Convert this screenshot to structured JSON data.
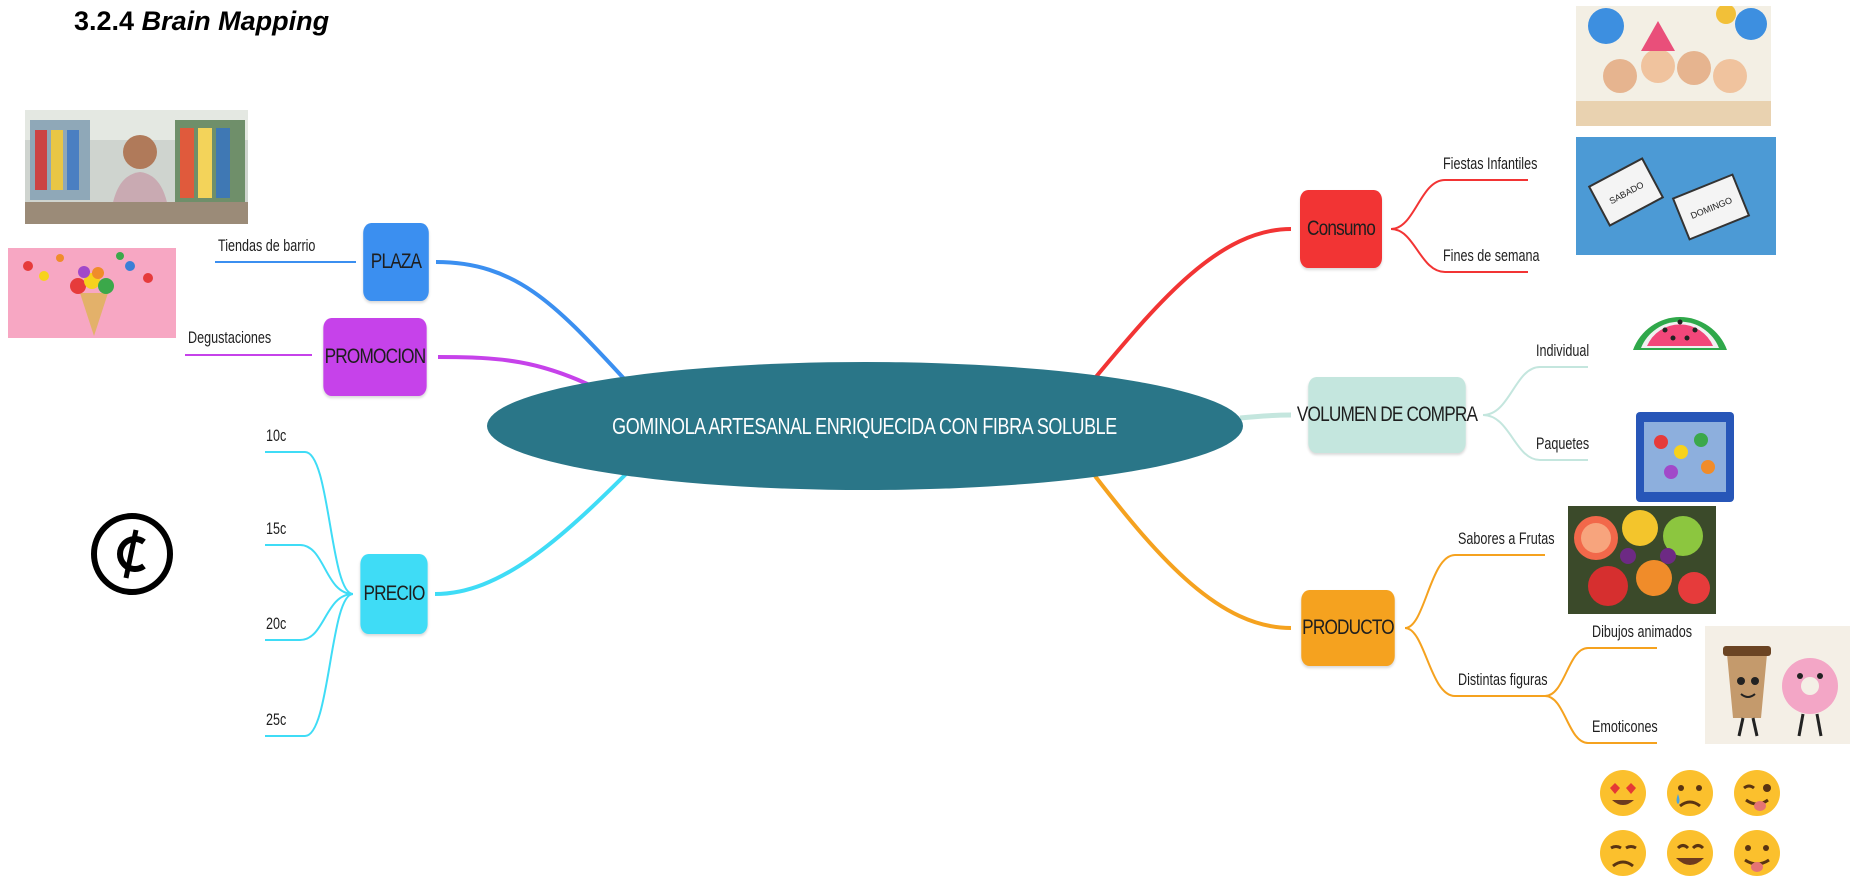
{
  "section_title": {
    "number": "3.2.4",
    "text": "Brain Mapping"
  },
  "center_topic": "GOMINOLA ARTESANAL ENRIQUECIDA CON FIBRA SOLUBLE",
  "branches": {
    "plaza": {
      "label": "PLAZA",
      "color": "#3b8ff0",
      "leaves": [
        "Tiendas de barrio"
      ]
    },
    "promocion": {
      "label": "PROMOCION",
      "color": "#c642ea",
      "leaves": [
        "Degustaciones"
      ]
    },
    "precio": {
      "label": "PRECIO",
      "color": "#3fdcf6",
      "leaves": [
        "10c",
        "15c",
        "20c",
        "25c"
      ]
    },
    "consumo": {
      "label": "Consumo",
      "color": "#f23434",
      "leaves": [
        "Fiestas Infantiles",
        "Fines de semana"
      ]
    },
    "volumen": {
      "label": "VOLUMEN DE COMPRA",
      "color": "#c4e6de",
      "leaves": [
        "Individual",
        "Paquetes"
      ]
    },
    "producto": {
      "label": "PRODUCTO",
      "color": "#f5a21f",
      "leaves": [
        "Sabores a Frutas",
        "Distintas figuras"
      ],
      "sub_leaves": [
        "Dibujos animados",
        "Emoticones"
      ]
    }
  },
  "images": {
    "corner_shop": "shopkeeper-photo",
    "candy_cone": "candy-cone-photo",
    "cent_symbol": "¢",
    "birthday": "birthday-party-photo",
    "weekend": "weekend-calendar-photo",
    "weekend_labels": [
      "SABADO",
      "DOMINGO"
    ],
    "watermelon": "watermelon-gummy-photo",
    "candy_bag": "candy-bag-photo",
    "fruits": "fruits-photo",
    "cartoon": "coffee-donut-cartoon",
    "emojis": [
      "heart-eyes",
      "crying",
      "winking-tongue",
      "sad",
      "smiling",
      "tongue-out"
    ]
  },
  "colors": {
    "center": "#2a7688",
    "text": "#1e1e1e"
  }
}
